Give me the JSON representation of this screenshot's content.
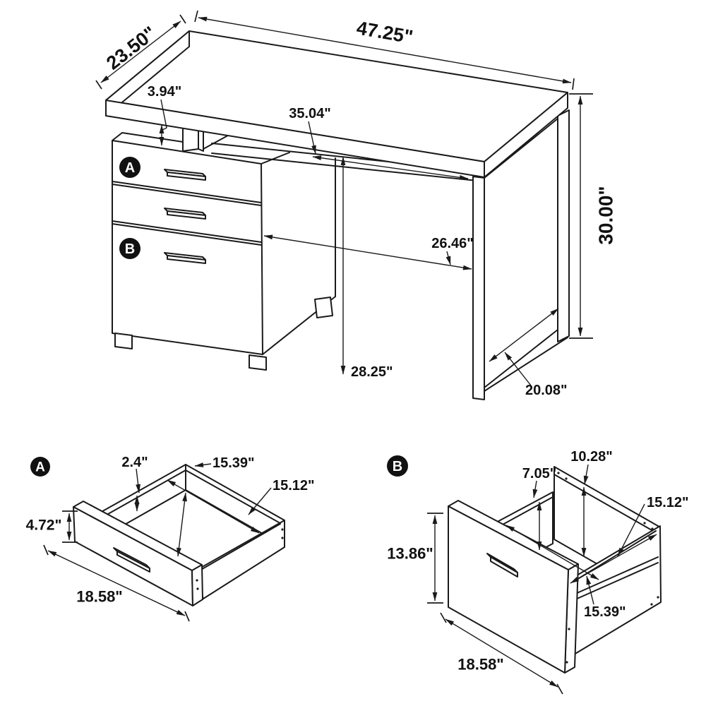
{
  "colors": {
    "stroke": "#1a1a1a",
    "background": "#ffffff",
    "badge_bg": "#111111",
    "badge_text": "#ffffff"
  },
  "main": {
    "badge_a": "A",
    "badge_b": "B",
    "dims": {
      "width": "47.25\"",
      "depth": "23.50\"",
      "height": "30.00\"",
      "top_gap": "3.94\"",
      "interior_width": "35.04\"",
      "knee_clearance": "26.46\"",
      "underside_height": "28.25\"",
      "leg_depth": "20.08\""
    }
  },
  "drawer_a": {
    "badge": "A",
    "dims": {
      "wall_height": "2.4\"",
      "interior_width": "15.39\"",
      "interior_depth": "15.12\"",
      "front_height": "4.72\"",
      "front_width": "18.58\""
    }
  },
  "drawer_b": {
    "badge": "B",
    "dims": {
      "back_height": "10.28\"",
      "side_height": "7.05\"",
      "interior_depth": "15.12\"",
      "interior_width": "15.39\"",
      "front_height": "13.86\"",
      "front_width": "18.58\""
    }
  }
}
